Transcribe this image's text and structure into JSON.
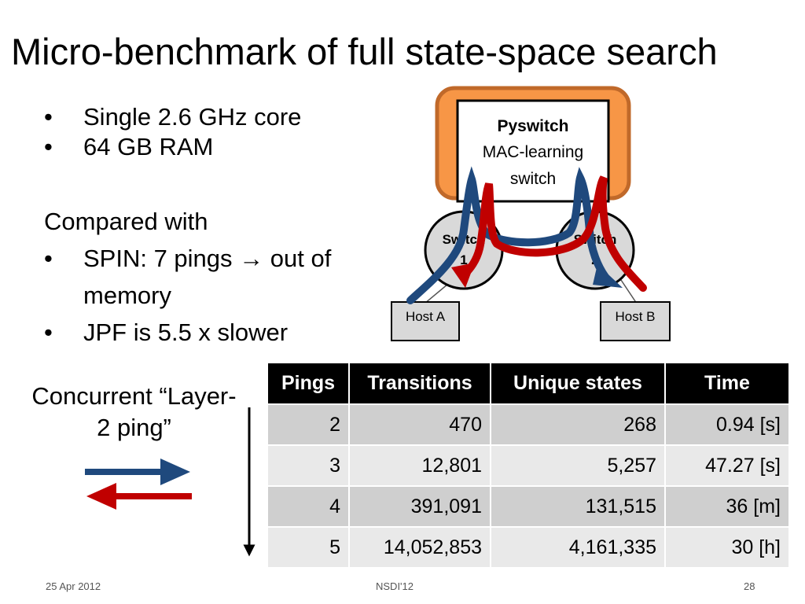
{
  "slide": {
    "title": "Micro-benchmark of full state-space search",
    "bullets": [
      "Single 2.6 GHz core",
      "64 GB RAM"
    ],
    "compared_heading": "Compared with",
    "compared_bullets": [
      {
        "text": "SPIN: 7 pings → out of memory"
      },
      {
        "text": "JPF is 5.5 x slower"
      }
    ],
    "concurrent_label": "Concurrent “Layer-2 ping”"
  },
  "diagram": {
    "controller_title": "Pyswitch",
    "controller_subtitle_line1": "MAC-learning",
    "controller_subtitle_line2": "switch",
    "switch1_line1": "Switch",
    "switch1_line2": "1",
    "switch2_line1": "Switch",
    "switch2_line2": "2",
    "host_a": "Host A",
    "host_b": "Host B",
    "colors": {
      "controller_fill": "#f79646",
      "controller_border": "#c0692a",
      "blue": "#1f497d",
      "red": "#c00000",
      "switch_fill": "#d9d9d9"
    }
  },
  "table": {
    "headers": [
      "Pings",
      "Transitions",
      "Unique states",
      "Time"
    ],
    "rows": [
      [
        "2",
        "470",
        "268",
        "0.94 [s]"
      ],
      [
        "3",
        "12,801",
        "5,257",
        "47.27 [s]"
      ],
      [
        "4",
        "391,091",
        "131,515",
        "36 [m]"
      ],
      [
        "5",
        "14,052,853",
        "4,161,335",
        "30 [h]"
      ]
    ]
  },
  "footer": {
    "date": "25 Apr 2012",
    "venue": "NSDI'12",
    "page": "28"
  }
}
